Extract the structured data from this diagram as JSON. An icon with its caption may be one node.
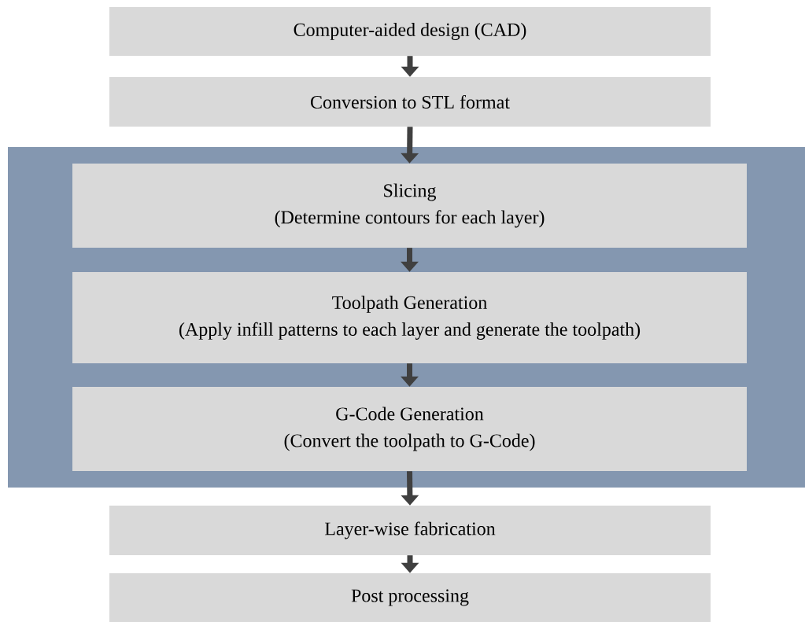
{
  "diagram": {
    "nodes": [
      {
        "text": [
          "Computer-aided design (CAD)"
        ]
      },
      {
        "text": [
          "Conversion to STL format"
        ]
      },
      {
        "text": [],
        "shape": "box"
      },
      {
        "text": [
          "Slicing",
          "(Determine contours for each layer)"
        ],
        "in": 2
      },
      {
        "text": [
          "Toolpath Generation",
          "(Apply infill patterns to each layer and generate the toolpath)"
        ],
        "in": 2
      },
      {
        "text": [
          "G-Code Generation",
          "(Convert the toolpath to G-Code)"
        ],
        "in": 2
      },
      {
        "text": [
          "Layer-wise fabrication"
        ]
      },
      {
        "text": [
          "Post processing"
        ]
      }
    ],
    "edges": [
      {
        "from": 0,
        "to": 1,
        "arrow": "to"
      },
      {
        "from": 1,
        "to": 3,
        "arrow": "to"
      },
      {
        "from": 3,
        "to": 4,
        "arrow": "to"
      },
      {
        "from": 4,
        "to": 5,
        "arrow": "to"
      },
      {
        "from": 5,
        "to": 6,
        "arrow": "to"
      },
      {
        "from": 6,
        "to": 7,
        "arrow": "to"
      }
    ]
  }
}
